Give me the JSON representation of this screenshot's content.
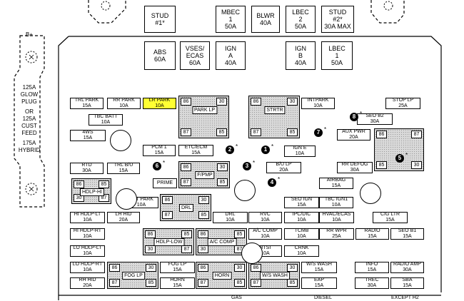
{
  "title": "",
  "side_labels": {
    "b_plus": "B+",
    "left_block": [
      "125A",
      "GLOW",
      "PLUG",
      "OR",
      "125A",
      "CUST",
      "FEED",
      "175A",
      "HYBRID"
    ]
  },
  "large_fuses": [
    {
      "id": "stud1",
      "lines": [
        "STUD",
        "#1*"
      ]
    },
    {
      "id": "mbec1",
      "lines": [
        "MBEC",
        "1",
        "50A"
      ]
    },
    {
      "id": "blwr",
      "lines": [
        "BLWR",
        "40A"
      ]
    },
    {
      "id": "lbec2",
      "lines": [
        "LBEC",
        "2",
        "50A"
      ]
    },
    {
      "id": "stud2",
      "lines": [
        "STUD",
        "#2*",
        "30A MAX"
      ]
    },
    {
      "id": "abs",
      "lines": [
        "ABS",
        "60A"
      ]
    },
    {
      "id": "vses",
      "lines": [
        "VSES/",
        "ECAS",
        "60A"
      ]
    },
    {
      "id": "igna",
      "lines": [
        "IGN",
        "A",
        "40A"
      ]
    },
    {
      "id": "ignb",
      "lines": [
        "IGN",
        "B",
        "40A"
      ]
    },
    {
      "id": "lbec1",
      "lines": [
        "LBEC",
        "1",
        "50A"
      ]
    }
  ],
  "fuses": [
    {
      "id": "trl_park",
      "lines": [
        "TRL PARK",
        "15A"
      ]
    },
    {
      "id": "rr_park",
      "lines": [
        "RR PARK",
        "10A"
      ]
    },
    {
      "id": "lr_park",
      "lines": [
        "LR PARK",
        "10A"
      ],
      "highlight": "#ffff33"
    },
    {
      "id": "tbc_batt",
      "lines": [
        "TBC BATT",
        "10A"
      ]
    },
    {
      "id": "4ws",
      "lines": [
        "4WS",
        "15A"
      ]
    },
    {
      "id": "intpark",
      "lines": [
        "INTPARK",
        "10A"
      ]
    },
    {
      "id": "stop_lp",
      "lines": [
        "STOP LP",
        "25A"
      ]
    },
    {
      "id": "seo_b2",
      "lines": [
        "SEO B2",
        "30A"
      ]
    },
    {
      "id": "aux_pwr",
      "lines": [
        "AUX PWR",
        "20A"
      ]
    },
    {
      "id": "pcm1",
      "lines": [
        "PCM 1",
        "15A"
      ]
    },
    {
      "id": "etc_ecm",
      "lines": [
        "ETC/ECM",
        "15A"
      ]
    },
    {
      "id": "ign_e",
      "lines": [
        "IGN E",
        "10A"
      ]
    },
    {
      "id": "rtd",
      "lines": [
        "RTD",
        "30A"
      ]
    },
    {
      "id": "trl_bu",
      "lines": [
        "TRL B/U",
        "15A"
      ]
    },
    {
      "id": "bu_lp",
      "lines": [
        "B/U LP",
        "20A"
      ]
    },
    {
      "id": "rr_defog",
      "lines": [
        "RR DEFOG",
        "30A"
      ]
    },
    {
      "id": "airbag",
      "lines": [
        "AIRBAG",
        "15A"
      ]
    },
    {
      "id": "prime",
      "lines": [
        "PRIME"
      ]
    },
    {
      "id": "frt_park",
      "lines": [
        "FRT PARK",
        "10A"
      ]
    },
    {
      "id": "seo_ign",
      "lines": [
        "SEO IGN",
        "15A"
      ]
    },
    {
      "id": "tbc_ign1",
      "lines": [
        "TBC IGN1",
        "10A"
      ]
    },
    {
      "id": "hi_hdlp_lt",
      "lines": [
        "HI HDLP-LT",
        "10A"
      ]
    },
    {
      "id": "lh_hid",
      "lines": [
        "LH HID",
        "20A"
      ]
    },
    {
      "id": "drl",
      "lines": [
        "DRL",
        "10A"
      ]
    },
    {
      "id": "rvc",
      "lines": [
        "RVC",
        "10A"
      ]
    },
    {
      "id": "ipc_dic",
      "lines": [
        "IPC/DIC",
        "10A"
      ]
    },
    {
      "id": "hvac_ecas",
      "lines": [
        "HVAC/ECAS",
        "10A"
      ]
    },
    {
      "id": "cig_ltr",
      "lines": [
        "CIG LTR",
        "15A"
      ]
    },
    {
      "id": "hi_hdlp_rt",
      "lines": [
        "HI HDLP-RT",
        "10A"
      ]
    },
    {
      "id": "ac_comp",
      "lines": [
        "A/C COMP",
        "10A"
      ]
    },
    {
      "id": "tcmb",
      "lines": [
        "TCMB",
        "10A"
      ]
    },
    {
      "id": "rr_wpr",
      "lines": [
        "RR WPR",
        "25A"
      ]
    },
    {
      "id": "radio",
      "lines": [
        "RADIO",
        "15A"
      ]
    },
    {
      "id": "seo_b1",
      "lines": [
        "SEO B1",
        "15A"
      ]
    },
    {
      "id": "lo_hdlp_lt",
      "lines": [
        "LO HDLP-LT",
        "10A"
      ]
    },
    {
      "id": "btsi",
      "lines": [
        "BTSI",
        "10A"
      ]
    },
    {
      "id": "crnk",
      "lines": [
        "CRNK",
        "10A"
      ]
    },
    {
      "id": "lo_hdlp_rt",
      "lines": [
        "LO HDLP-RT",
        "10A"
      ]
    },
    {
      "id": "fog_lp",
      "lines": [
        "FOG LP",
        "15A"
      ]
    },
    {
      "id": "ws_wash",
      "lines": [
        "W/S WASH",
        "15A"
      ]
    },
    {
      "id": "info",
      "lines": [
        "INFO",
        "15A"
      ]
    },
    {
      "id": "radio_amp",
      "lines": [
        "RADIO AMP",
        "30A"
      ]
    },
    {
      "id": "rh_hid",
      "lines": [
        "RH HID",
        "20A"
      ]
    },
    {
      "id": "horn",
      "lines": [
        "HORN",
        "15A"
      ]
    },
    {
      "id": "eap",
      "lines": [
        "EAP",
        "15A"
      ]
    },
    {
      "id": "trec",
      "lines": [
        "TREC",
        "30A"
      ]
    },
    {
      "id": "sba",
      "lines": [
        "SBA",
        "15A"
      ]
    }
  ],
  "relays": [
    {
      "id": "park_lp",
      "label": "PARK LP",
      "pins": [
        "86",
        "30",
        "87",
        "85"
      ]
    },
    {
      "id": "strtr",
      "label": "STRTR",
      "pins": [
        "86",
        "30",
        "87",
        "85"
      ]
    },
    {
      "id": "fpmp",
      "label": "F/PMP",
      "pins": [
        "86",
        "30",
        "87",
        "85"
      ]
    },
    {
      "id": "hdlp_hi",
      "label": "HDLP-HI",
      "pins": [
        "86",
        "85",
        "30",
        "87"
      ]
    },
    {
      "id": "drl",
      "label": "DRL",
      "pins": [
        "86",
        "30",
        "87",
        "85"
      ]
    },
    {
      "id": "hdlp_low",
      "label": "HDLP-LOW",
      "pins": [
        "86",
        "85",
        "30",
        "87"
      ]
    },
    {
      "id": "ac_comp",
      "label": "A/C COMP",
      "pins": [
        "86",
        "85",
        "30",
        "87"
      ]
    },
    {
      "id": "fog_lp",
      "label": "FOG LP",
      "pins": [
        "86",
        "30",
        "87",
        "85"
      ]
    },
    {
      "id": "horn",
      "label": "HORN",
      "pins": [
        "86",
        "30",
        "87",
        "85"
      ]
    },
    {
      "id": "ws_wash",
      "label": "W/S WASH",
      "pins": [
        "86",
        "30",
        "87",
        "85"
      ]
    },
    {
      "id": "r5",
      "label": "",
      "pins": [
        "86",
        "87",
        "85",
        "30"
      ]
    }
  ],
  "callouts": [
    "1",
    "2",
    "3",
    "4",
    "5",
    "6",
    "7",
    "8"
  ],
  "callout_mark": "*",
  "footer": {
    "gas": "GAS",
    "diesel": "DIESEL",
    "except": "EXCEPT H2"
  }
}
